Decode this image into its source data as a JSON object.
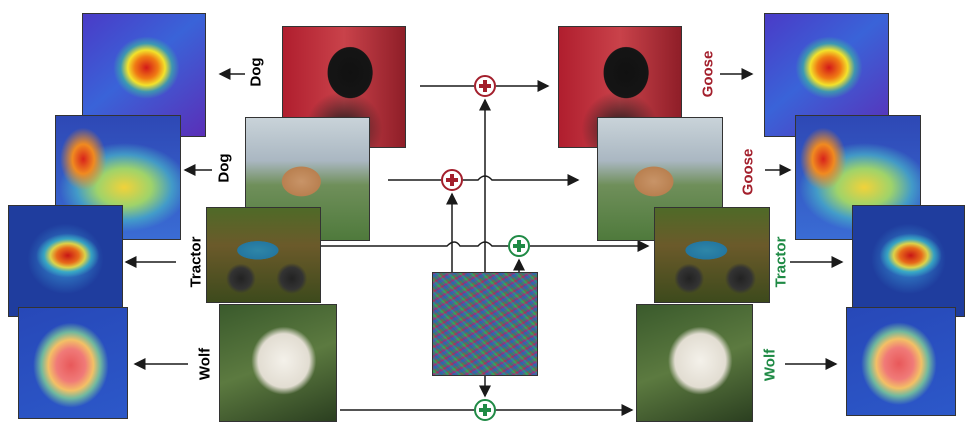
{
  "colors": {
    "adversarial": "#a31f2c",
    "preserved": "#1f8a45",
    "neutral": "#1a1a1a"
  },
  "rows": [
    {
      "id": "dog1",
      "orig_label": "Dog",
      "new_label": "Goose",
      "perturb_color": "adversarial"
    },
    {
      "id": "dog2",
      "orig_label": "Dog",
      "new_label": "Goose",
      "perturb_color": "adversarial"
    },
    {
      "id": "tractor",
      "orig_label": "Tractor",
      "new_label": "Tractor",
      "perturb_color": "preserved"
    },
    {
      "id": "wolf",
      "orig_label": "Wolf",
      "new_label": "Wolf",
      "perturb_color": "preserved"
    }
  ],
  "icons": {
    "add": "plus-circle-icon",
    "arrow": "arrow-icon"
  }
}
